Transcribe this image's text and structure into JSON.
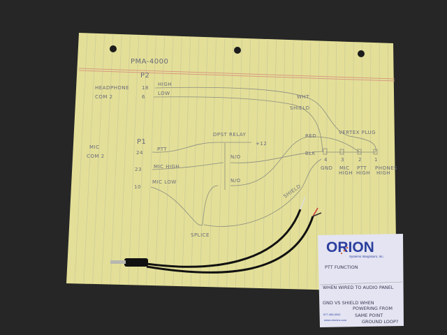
{
  "notepad": {
    "title": "PMA-4000",
    "p2_label": "P2",
    "headphone_label": "HEADPHONE",
    "headphone_com": "COM 2",
    "pin18": "18",
    "pin6": "6",
    "high": "HIGH",
    "low": "LOW",
    "wht": "WHT",
    "shield_top": "SHIELD",
    "vertex_plug": "VERTEX PLUG",
    "relay": "DPST RELAY",
    "plus12": "+12",
    "p1_label": "P1",
    "mic_label": "MIC",
    "mic_com": "COM 2",
    "pin24": "24",
    "ptt": "PTT",
    "pin23": "23",
    "mic_high": "MIC HIGH",
    "pin10": "10",
    "mic_low": "MIC LOW",
    "red": "RED",
    "blk": "BLK",
    "no1": "N/O",
    "no2": "N/O",
    "plug_pins": [
      "4",
      "3",
      "2",
      "1"
    ],
    "plug_pin_labels": [
      [
        "GND",
        ""
      ],
      [
        "MIC",
        "HIGH"
      ],
      [
        "PTT",
        "HIGH"
      ],
      [
        "PHONES",
        "HIGH"
      ]
    ],
    "shield_bottom": "SHIELD",
    "splice": "SPLICE"
  },
  "card": {
    "brand": "ORION",
    "tagline": "Systems Integrators, Inc.",
    "heading": "PTT FUNCTION",
    "note1": "WHEN WIRED TO AUDIO PANEL",
    "note2": "GND VS SHIELD WHEN",
    "note3": "POWERING FROM",
    "note4": "SAME POINT",
    "note5": "GROUND LOOP?",
    "phone": "877.456.5932",
    "website": "www.orioninc.com",
    "brand_color": "#2b3f9e",
    "dot_color": "#d0603a"
  },
  "colors": {
    "paper": "#e3df98",
    "background": "#262626",
    "card": "#e4e4f2"
  }
}
